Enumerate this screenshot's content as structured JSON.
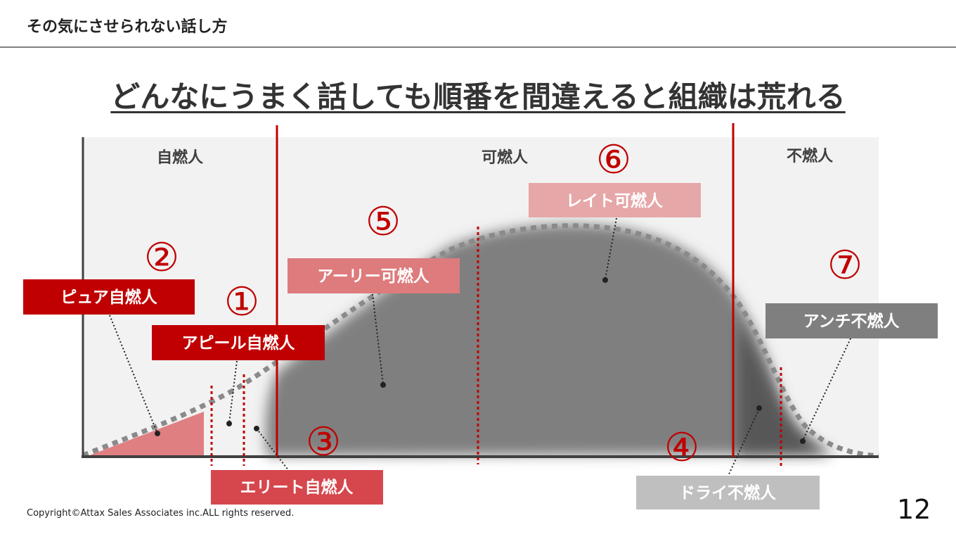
{
  "header": {
    "title": "その気にさせられない話し方"
  },
  "slide": {
    "title": "どんなにうまく話しても順番を間違えると組織は荒れる",
    "copyright": "Copyright©Attax Sales Associates inc.ALL rights reserved.",
    "page_number": "12"
  },
  "diagram": {
    "zones": {
      "left": "自燃人",
      "center": "可燃人",
      "right": "不燃人"
    },
    "labels": {
      "pure": "ピュア自燃人",
      "appeal": "アピール自燃人",
      "elite": "エリート自燃人",
      "early": "アーリー可燃人",
      "late": "レイト可燃人",
      "anti": "アンチ不燃人",
      "dry": "ドライ不燃人"
    },
    "numbers": {
      "n1": "①",
      "n2": "②",
      "n3": "③",
      "n4": "④",
      "n5": "⑤",
      "n6": "⑥",
      "n7": "⑦"
    },
    "colors": {
      "dark_red": "#c00000",
      "mid_red": "#d5474d",
      "pink": "#dd7b7d",
      "light_pink": "#e6a7a8",
      "dark_gray": "#7f7f7f",
      "light_gray": "#bfbfbf",
      "panel": "#f2f2f2"
    }
  }
}
